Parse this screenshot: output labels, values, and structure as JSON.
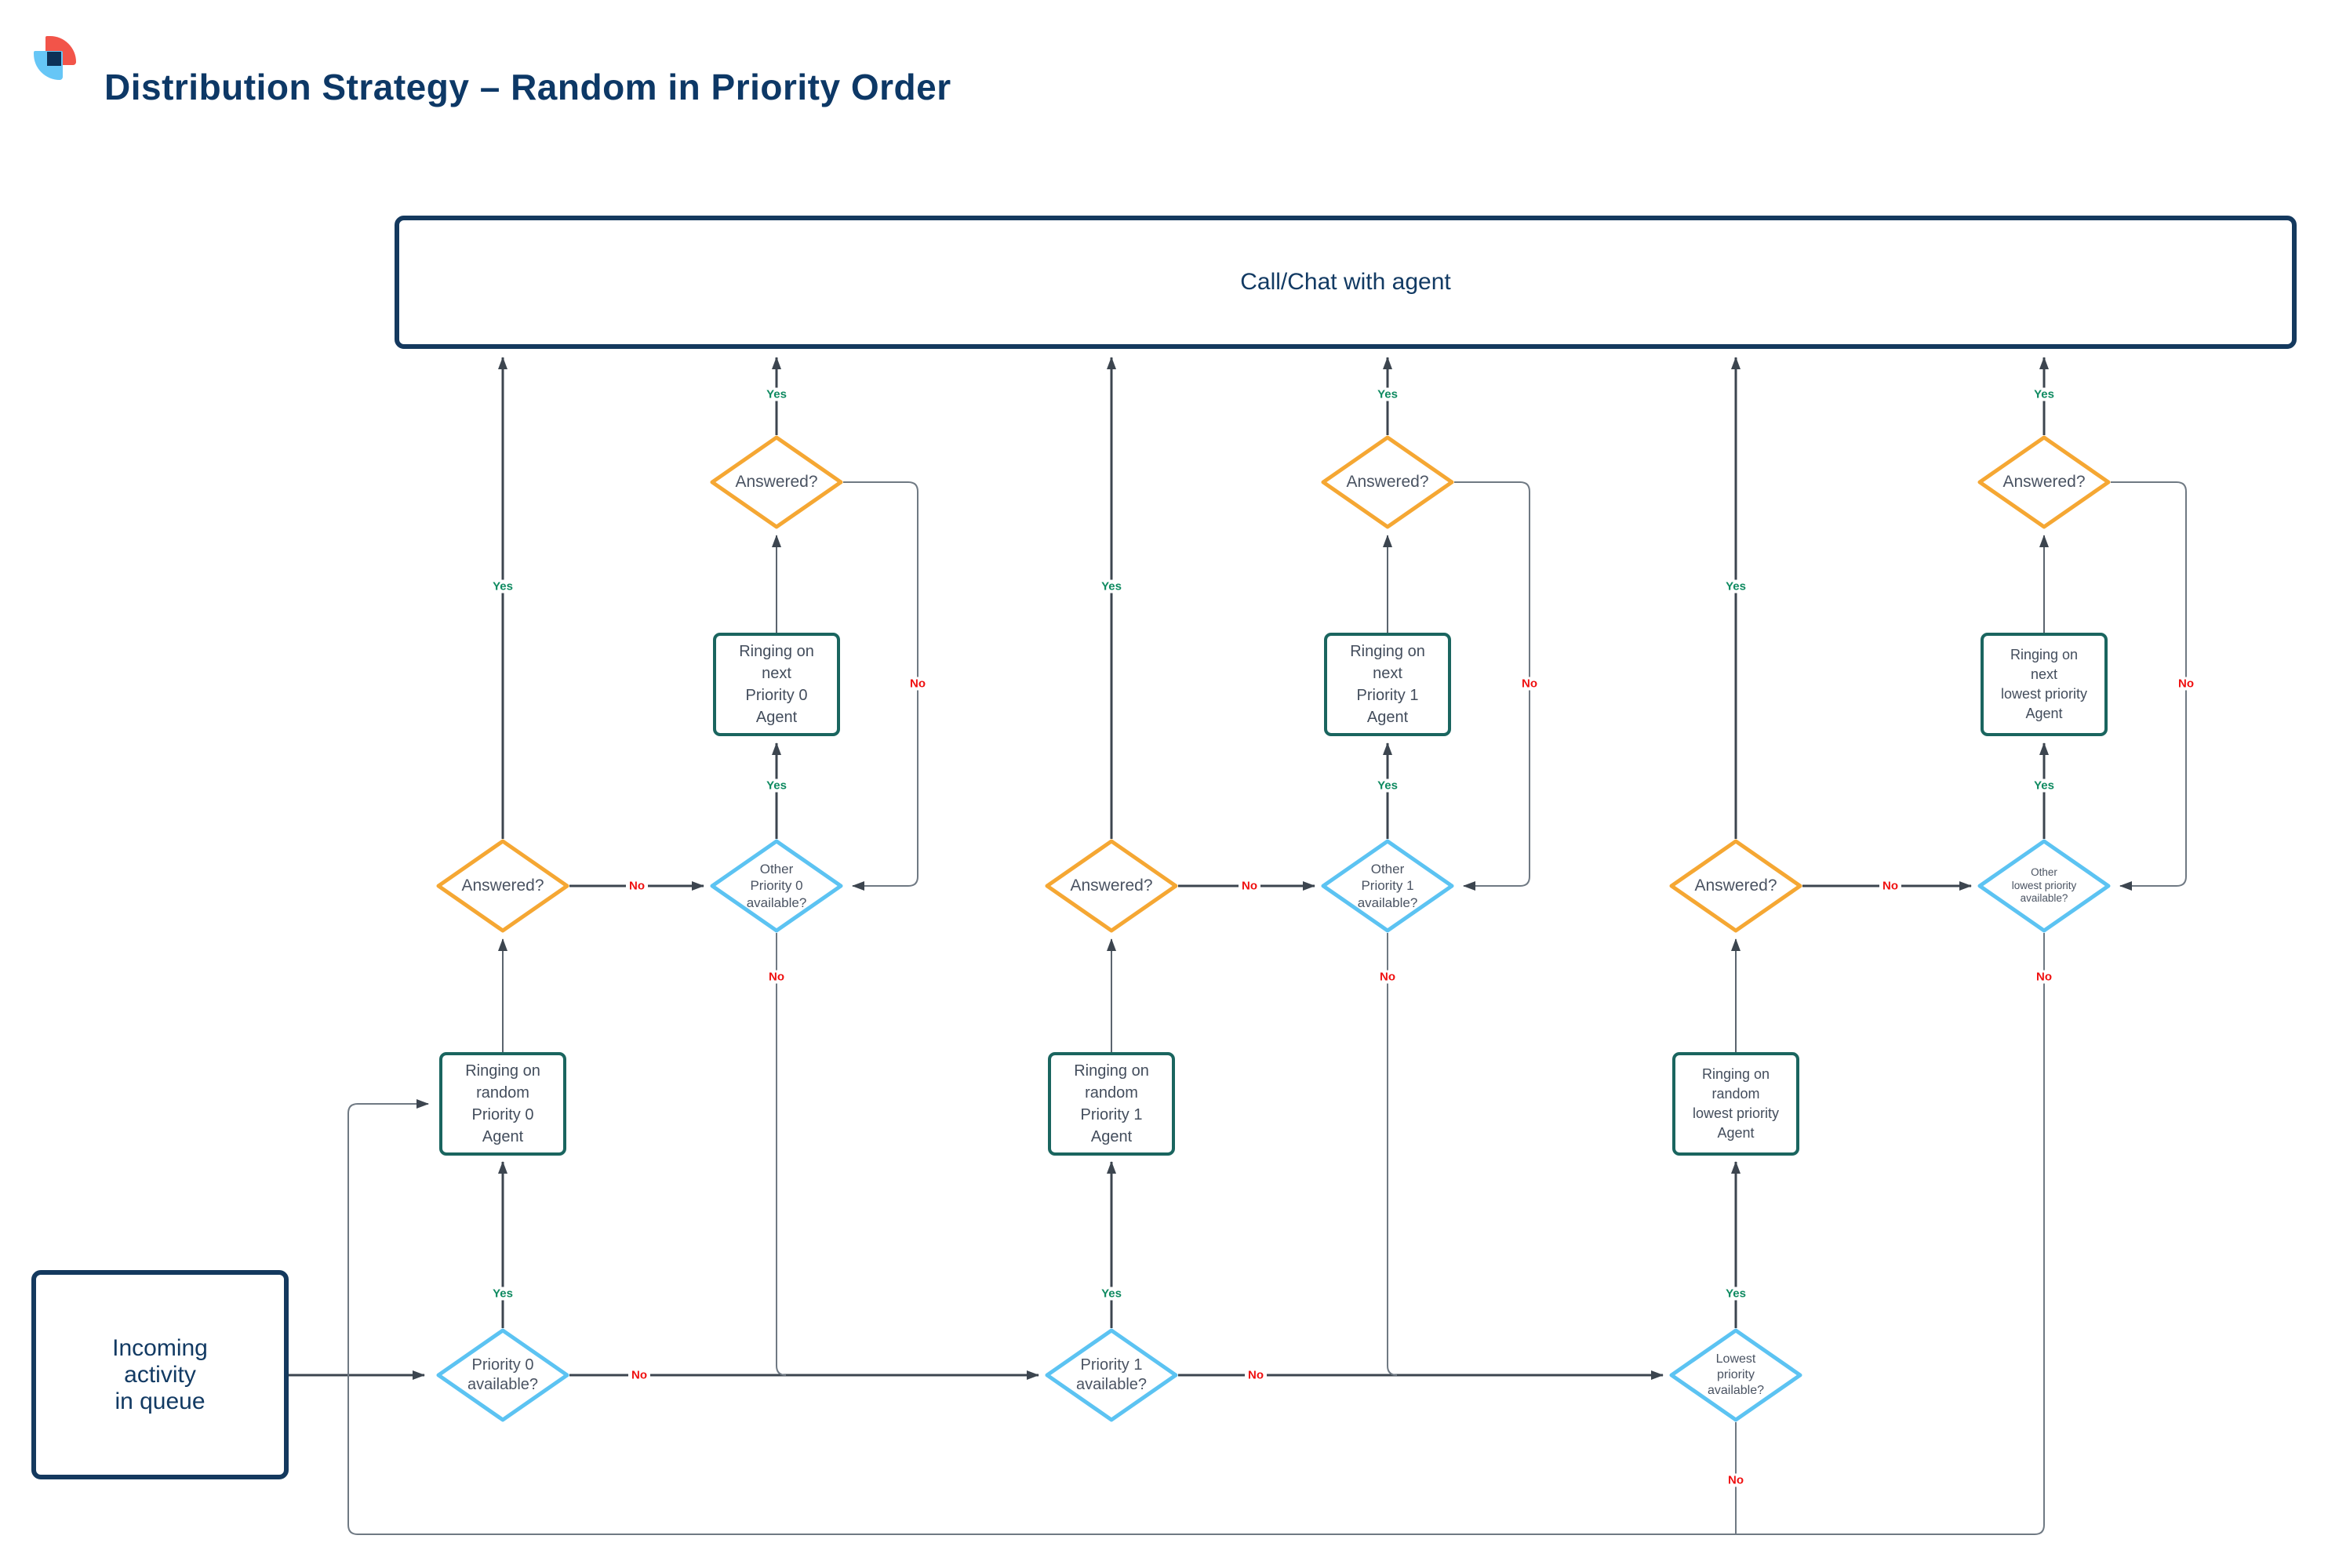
{
  "title": "Distribution Strategy – Random in Priority Order",
  "labels": {
    "yes": "Yes",
    "no": "No"
  },
  "nodes": {
    "call_chat": "Call/Chat with agent",
    "incoming": "Incoming\nactivity\nin queue",
    "col1": {
      "available": "Priority 0\navailable?",
      "ringing_random": "Ringing on\nrandom\nPriority 0\nAgent",
      "answered_random": "Answered?",
      "other_available": "Other\nPriority 0\navailable?",
      "ringing_next": "Ringing on\nnext\nPriority 0\nAgent",
      "answered_next": "Answered?"
    },
    "col2": {
      "available": "Priority 1\navailable?",
      "ringing_random": "Ringing on\nrandom\nPriority 1\nAgent",
      "answered_random": "Answered?",
      "other_available": "Other\nPriority 1\navailable?",
      "ringing_next": "Ringing on\nnext\nPriority 1\nAgent",
      "answered_next": "Answered?"
    },
    "col3": {
      "available": "Lowest\npriority\navailable?",
      "ringing_random": "Ringing on\nrandom\nlowest priority\nAgent",
      "answered_random": "Answered?",
      "other_available": "Other\nlowest priority\navailable?",
      "ringing_next": "Ringing on\nnext\nlowest priority\nAgent",
      "answered_next": "Answered?"
    }
  },
  "colors": {
    "title_navy": "#0d3866",
    "node_navy_border": "#14395e",
    "teal_border": "#1a655f",
    "orange_diamond": "#f5a733",
    "blue_diamond": "#5cc3f2",
    "yes_green": "#0e8a60",
    "no_red": "#ef1010",
    "main_line": "#3c454f",
    "loop_line": "#6f7983",
    "logo_red": "#f25449",
    "logo_blue": "#66c6f6",
    "logo_navy": "#0d3157"
  }
}
